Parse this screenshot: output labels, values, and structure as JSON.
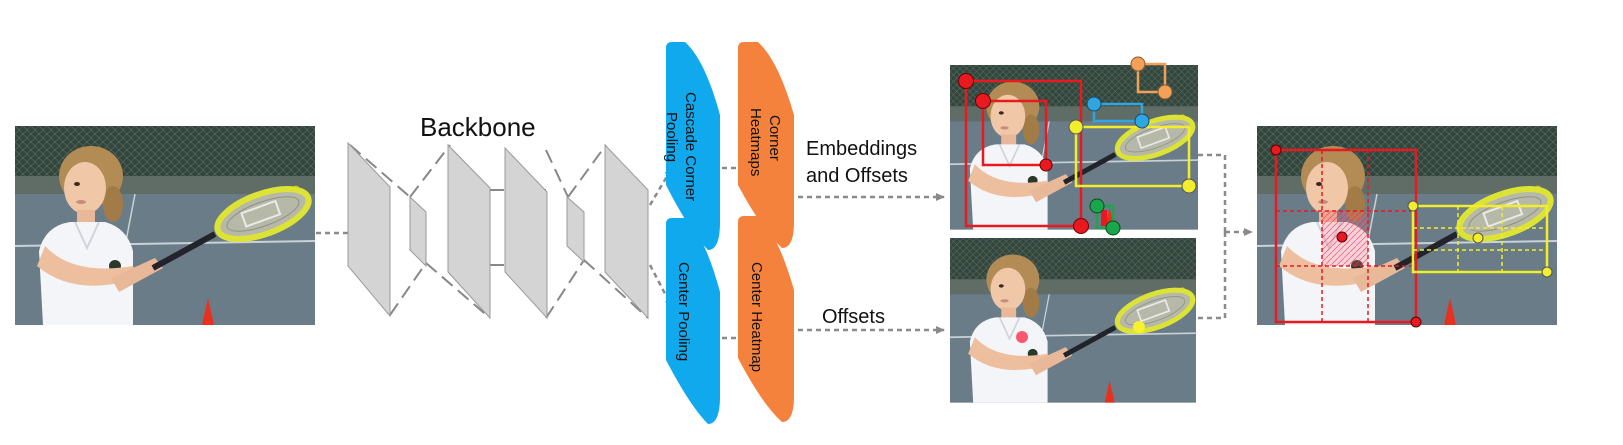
{
  "backbone_label": "Backbone",
  "modules": {
    "cascade_corner_pooling": {
      "lines": [
        "Cascade Corner",
        "Pooling"
      ],
      "color": "#11a9ee"
    },
    "corner_heatmaps": {
      "lines": [
        "Corner",
        "Heatmaps"
      ],
      "color": "#f5823c"
    },
    "center_pooling": {
      "lines": [
        "Center Pooling"
      ],
      "color": "#11a9ee"
    },
    "center_heatmap": {
      "lines": [
        "Center Heatmap"
      ],
      "color": "#f5823c"
    }
  },
  "arrows": {
    "top_label_line1": "Embeddings",
    "top_label_line2": "and Offsets",
    "bottom_label": "Offsets"
  },
  "colors": {
    "corner_red": "#e8191f",
    "corner_yellow": "#f2ee2e",
    "corner_blue": "#2fa6e0",
    "corner_orange": "#f2a05a",
    "corner_green": "#1aa64a",
    "arrow_gray": "#8a8a8a",
    "backbone_gray": "#d4d4d4"
  }
}
